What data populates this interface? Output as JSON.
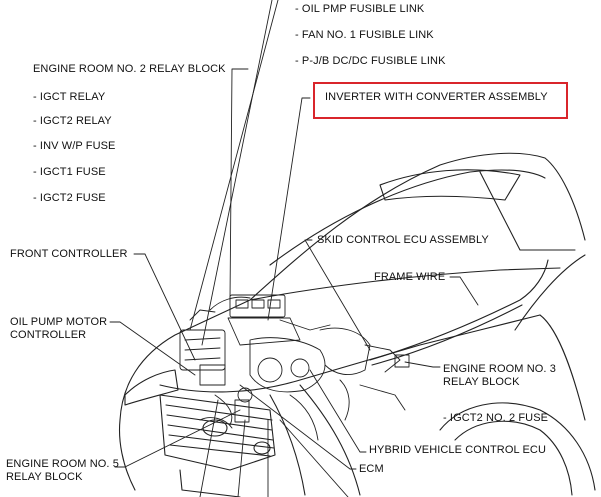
{
  "colors": {
    "highlight": "#d9252b",
    "ink": "#111111",
    "background": "#ffffff"
  },
  "labels": {
    "oil_pmp_fusible_link": "- OIL PMP FUSIBLE LINK",
    "fan_no1_fusible_link": "- FAN NO. 1 FUSIBLE LINK",
    "pjb_dcdc_fusible_link": "- P-J/B DC/DC FUSIBLE LINK",
    "engine_room_no2_relay_block": "ENGINE ROOM NO. 2 RELAY BLOCK",
    "igct_relay": "- IGCT RELAY",
    "igct2_relay": "- IGCT2 RELAY",
    "inv_wp_fuse": "- INV W/P FUSE",
    "igct1_fuse": "- IGCT1 FUSE",
    "igct2_fuse": "- IGCT2 FUSE",
    "inverter_with_converter_assembly": "INVERTER WITH CONVERTER ASSEMBLY",
    "skid_control_ecu_assembly": "SKID CONTROL ECU ASSEMBLY",
    "front_controller": "FRONT CONTROLLER",
    "frame_wire": "FRAME WIRE",
    "oil_pump_motor_controller_line1": "OIL PUMP MOTOR",
    "oil_pump_motor_controller_line2": "CONTROLLER",
    "engine_room_no3_line1": "ENGINE ROOM NO. 3",
    "engine_room_no3_line2": "RELAY BLOCK",
    "igct2_no2_fuse": "- IGCT2 NO. 2 FUSE",
    "hybrid_vehicle_control_ecu": "HYBRID VEHICLE CONTROL ECU",
    "ecm": "ECM",
    "engine_room_no5_line1": "ENGINE ROOM NO. 5",
    "engine_room_no5_line2": "RELAY BLOCK"
  }
}
